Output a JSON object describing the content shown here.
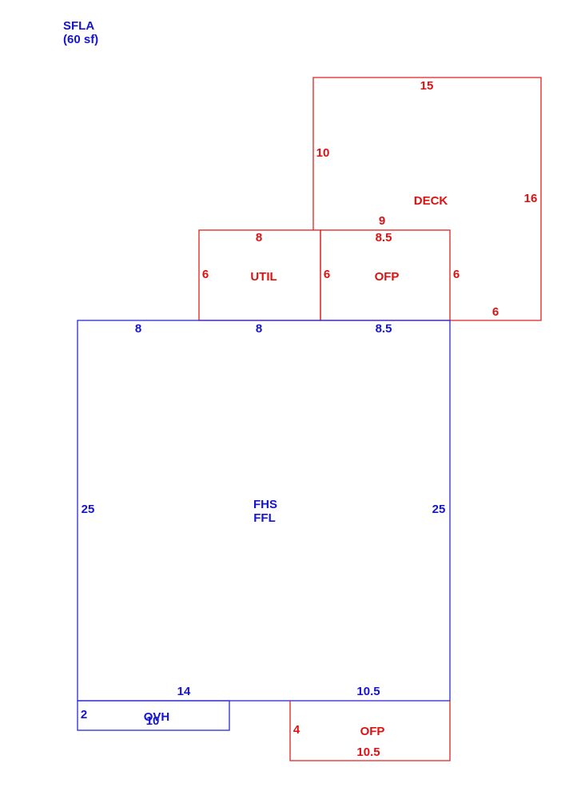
{
  "header": {
    "title": "SFLA",
    "area": "(60 sf)"
  },
  "colors": {
    "living_area": "#1515d0",
    "other_area": "#dd1111"
  },
  "areas": {
    "deck": {
      "label": "DECK",
      "dims": [
        "15",
        "10",
        "16",
        "9",
        "6"
      ]
    },
    "util": {
      "label": "UTIL",
      "dims": [
        "8",
        "6"
      ]
    },
    "ofp_top": {
      "label": "OFP",
      "dims": [
        "8.5",
        "6",
        "6"
      ]
    },
    "main": {
      "label_1": "FHS",
      "label_2": "FFL",
      "dims": [
        "8",
        "8",
        "8.5",
        "25",
        "25",
        "14",
        "10.5"
      ]
    },
    "ovh": {
      "label": "OVH",
      "dims": [
        "2",
        "10"
      ]
    },
    "ofp_bottom": {
      "label": "OFP",
      "dims": [
        "4",
        "10.5"
      ]
    }
  }
}
